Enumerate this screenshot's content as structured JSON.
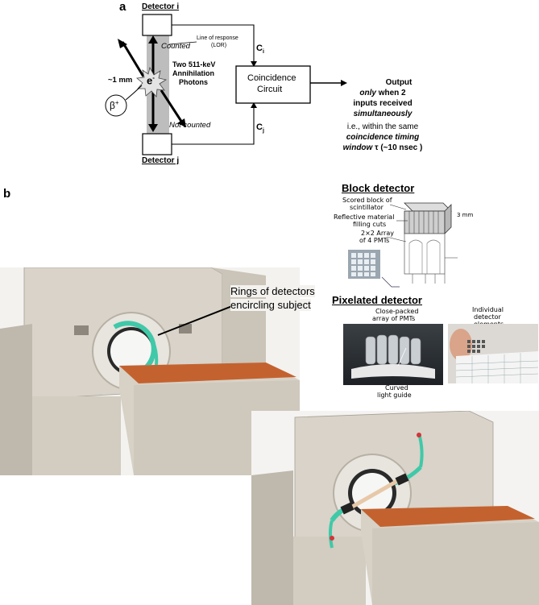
{
  "panel_a": {
    "label": "a",
    "detector_i": "Detector i",
    "detector_j": "Detector j",
    "counted": "Counted",
    "not_counted": "Not counted",
    "lor": "Line of response",
    "lor_abbr": "(LOR)",
    "photons": [
      "Two 511-keV",
      "Annihilation",
      "Photons"
    ],
    "distance": "~1 mm",
    "electron": "e",
    "electron_sup": "-",
    "beta": "β",
    "beta_sup": "+",
    "ci": "C",
    "ci_sub": "i",
    "cj": "C",
    "cj_sub": "j",
    "circuit": [
      "Coincidence",
      "Circuit"
    ],
    "output_line1": "Output",
    "output_line2_a": "only",
    "output_line2_b": " when 2",
    "output_line3": "inputs received",
    "output_line4": "simultaneously",
    "output_line5": "i.e., within the same",
    "output_line6": "coincidence timing",
    "output_line7_a": "window",
    "output_line7_b": " τ (~10 nsec )"
  },
  "panel_b": {
    "label": "b",
    "block_title": "Block detector",
    "block_labels": [
      "Scored block of",
      "scintillator",
      "Reflective material",
      "filling cuts",
      "2×2 Array",
      "of 4 PMTs"
    ],
    "scale": "3 mm",
    "pixelated_title": "Pixelated detector",
    "close_packed": [
      "Close-packed",
      "array of PMTs"
    ],
    "individual": [
      "Individual",
      "detector",
      "elements"
    ],
    "curved": [
      "Curved",
      "light guide"
    ],
    "rings": [
      "Rings of detectors",
      "encircling subject"
    ]
  },
  "colors": {
    "teal": "#3fc9a8",
    "scanner": "#dcd7cf",
    "bed": "#c4622f"
  }
}
